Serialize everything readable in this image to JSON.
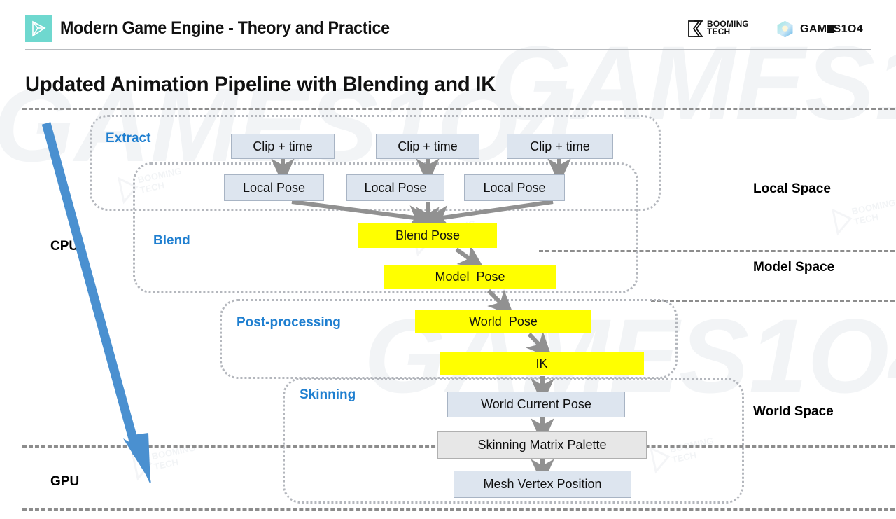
{
  "header": {
    "logo_icon": "play-triangle-icon",
    "title": "Modern Game Engine - Theory and Practice",
    "brand_booming_line1": "BOOMING",
    "brand_booming_line2": "TECH",
    "brand_booming_icon": "booming-b-mark-icon",
    "brand_cube_icon": "games104-cube-icon",
    "brand_games_prefix": "GAM",
    "brand_games_suffix": "S1O4",
    "accent_logo_color": "#6fd8cf",
    "rule_color": "#b9bcc0"
  },
  "slide": {
    "title": "Updated Animation Pipeline with Blending and IK"
  },
  "groups": [
    {
      "label": "Extract",
      "color": "#1f7fd0"
    },
    {
      "label": "Blend",
      "color": "#1f7fd0"
    },
    {
      "label": "Post-processing",
      "color": "#1f7fd0"
    },
    {
      "label": "Skinning",
      "color": "#1f7fd0"
    }
  ],
  "hardware_labels": [
    {
      "label": "CPU"
    },
    {
      "label": "GPU"
    }
  ],
  "space_labels": [
    {
      "label": "Local Space"
    },
    {
      "label": "Model Space"
    },
    {
      "label": "World Space"
    }
  ],
  "nodes": {
    "clip_time_1": "Clip + time",
    "clip_time_2": "Clip + time",
    "clip_time_3": "Clip + time",
    "local_pose_1": "Local Pose",
    "local_pose_2": "Local Pose",
    "local_pose_3": "Local Pose",
    "blend_pose": "Blend Pose",
    "model_pose": "Model  Pose",
    "world_pose": "World  Pose",
    "ik": "IK",
    "world_current_pose": "World Current Pose",
    "skinning_matrix_palette": "Skinning Matrix Palette",
    "mesh_vertex_position": "Mesh Vertex Position"
  },
  "colors": {
    "node_blue_fill": "#dde5ef",
    "node_blue_border": "#a8b4c4",
    "node_gray_fill": "#e7e7e7",
    "node_yellow_fill": "#ffff00",
    "group_border": "#b4b7bd",
    "arrow_gray": "#919191",
    "flow_arrow_blue": "#4a90d0",
    "divider_gray": "#8d8d8d"
  },
  "flow_arrow": {
    "name": "cpu-to-gpu-flow-arrow",
    "direction": "top-left to bottom-right",
    "color": "#4a90d0"
  },
  "watermark_text": [
    "GAMES1O4",
    "BOOMING TECH"
  ]
}
